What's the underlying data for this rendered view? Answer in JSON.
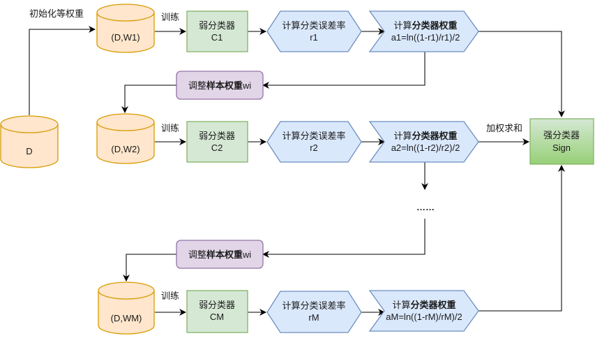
{
  "diagram": {
    "title": "AdaBoost flow",
    "source": {
      "label": "D"
    },
    "init_label": "初始化等权重",
    "train_label": "训练",
    "sum_label": "加权求和",
    "ellipsis": "……",
    "rows": [
      {
        "dataset": "(D,W1)",
        "classifier": {
          "line1": "弱分类器",
          "line2": "C1"
        },
        "error": {
          "line1": "计算分类误差率",
          "line2": "r1"
        },
        "weight": {
          "line1_normal": "计算",
          "line1_bold": "分类器权重",
          "line2": "a1=ln((1-r1)/r1)/2"
        }
      },
      {
        "dataset": "(D,W2)",
        "classifier": {
          "line1": "弱分类器",
          "line2": "C2"
        },
        "error": {
          "line1": "计算分类误差率",
          "line2": "r2"
        },
        "weight": {
          "line1_normal": "计算",
          "line1_bold": "分类器权重",
          "line2": "a2=ln((1-r2)/r2)/2"
        }
      },
      {
        "dataset": "(D,WM)",
        "classifier": {
          "line1": "弱分类器",
          "line2": "CM"
        },
        "error": {
          "line1": "计算分类误差率",
          "line2": "rM"
        },
        "weight": {
          "line1_normal": "计算",
          "line1_bold": "分类器权重",
          "line2": "aM=ln((1-rM)/rM)/2"
        }
      }
    ],
    "adjust": [
      {
        "normal_prefix": "调整",
        "bold": "样本权重",
        "normal_suffix": "wi"
      },
      {
        "normal_prefix": "调整",
        "bold": "样本权重",
        "normal_suffix": "wi"
      }
    ],
    "strong": {
      "line1": "强分类器",
      "line2": "Sign"
    },
    "colors": {
      "cylinder_fill": "#ffe6cc",
      "cylinder_stroke": "#d79b00",
      "weak_fill": "#d5e8d4",
      "weak_stroke": "#82b366",
      "hex_fill": "#dae8fc",
      "hex_stroke": "#6c8ebf",
      "adjust_fill": "#e1d5e7",
      "adjust_stroke": "#9673a6",
      "strong_fill_top": "#d5e8d4",
      "strong_fill_bottom": "#97d077",
      "strong_stroke": "#82b366",
      "edge": "#333333"
    }
  }
}
